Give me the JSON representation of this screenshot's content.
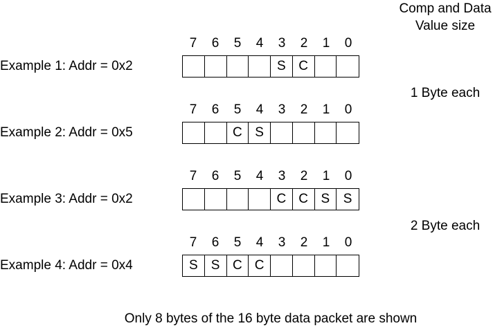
{
  "header": {
    "line1": "Comp and Data",
    "line2": "Value size"
  },
  "bit_numbers": [
    "7",
    "6",
    "5",
    "4",
    "3",
    "2",
    "1",
    "0"
  ],
  "examples": [
    {
      "label": "Example 1: Addr = 0x2",
      "cells": [
        "",
        "",
        "",
        "",
        "S",
        "C",
        "",
        ""
      ]
    },
    {
      "label": "Example 2: Addr = 0x5",
      "cells": [
        "",
        "",
        "C",
        "S",
        "",
        "",
        "",
        ""
      ]
    },
    {
      "label": "Example 3: Addr = 0x2",
      "cells": [
        "",
        "",
        "",
        "",
        "C",
        "C",
        "S",
        "S"
      ]
    },
    {
      "label": "Example 4: Addr = 0x4",
      "cells": [
        "S",
        "S",
        "C",
        "C",
        "",
        "",
        "",
        ""
      ]
    }
  ],
  "size_labels": {
    "one_byte": "1 Byte each",
    "two_byte": "2 Byte each"
  },
  "footnote": "Only 8 bytes of the 16 byte data packet are shown"
}
